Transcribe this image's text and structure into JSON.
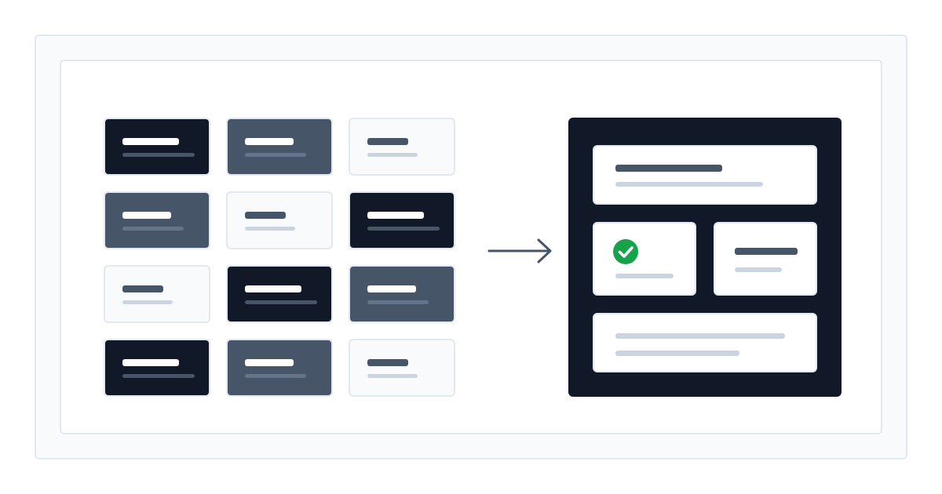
{
  "colors": {
    "dark": "#111827",
    "slate": "#475569",
    "light": "#f8fafc",
    "border": "#e2e8f0",
    "placeholder": "#cbd5e1",
    "success": "#16a34a"
  },
  "grid": {
    "columns": 3,
    "rows": 4,
    "tiles": [
      {
        "style": "dark"
      },
      {
        "style": "mid"
      },
      {
        "style": "light"
      },
      {
        "style": "mid"
      },
      {
        "style": "light"
      },
      {
        "style": "dark"
      },
      {
        "style": "light"
      },
      {
        "style": "dark"
      },
      {
        "style": "mid"
      },
      {
        "style": "dark"
      },
      {
        "style": "mid"
      },
      {
        "style": "light"
      }
    ]
  },
  "connector": {
    "icon": "arrow-right-icon"
  },
  "result": {
    "cards": [
      "header-card",
      "success-card",
      "summary-card",
      "footer-card"
    ],
    "status_icon": "check-circle-icon"
  }
}
